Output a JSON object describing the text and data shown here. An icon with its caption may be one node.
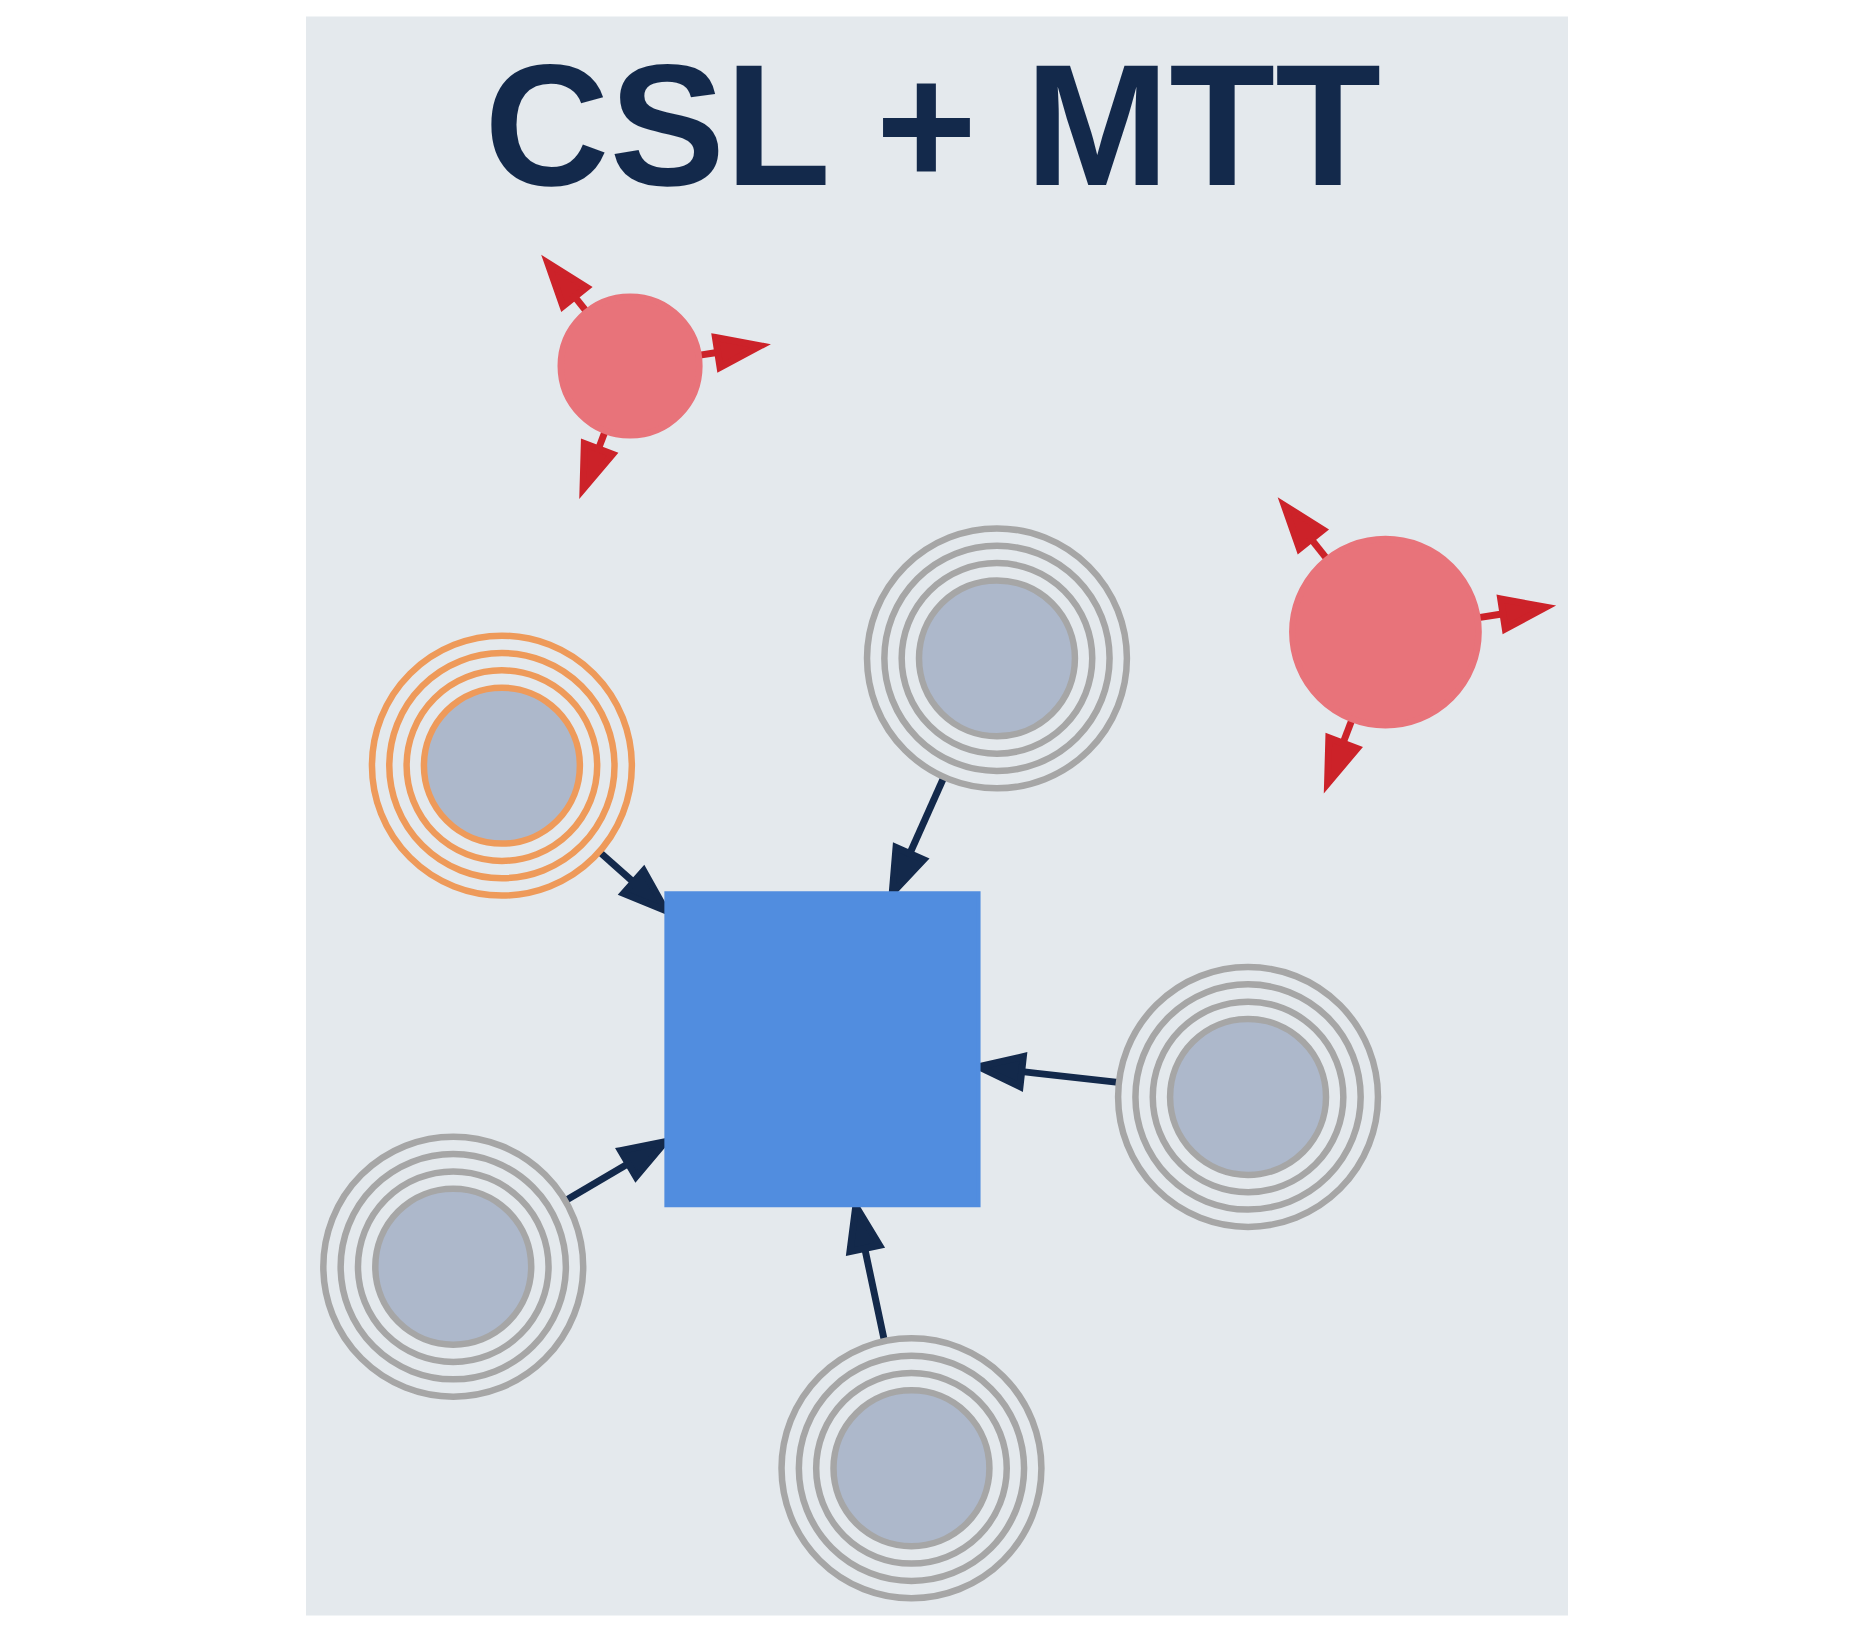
{
  "diagram": {
    "title": "CSL + MTT",
    "nodes": [
      {
        "text": [],
        "shape": "circle"
      },
      {
        "text": [],
        "shape": "circle"
      },
      {
        "text": [],
        "shape": "circle"
      },
      {
        "text": [],
        "shape": "circle"
      },
      {
        "text": [],
        "shape": "box"
      },
      {
        "text": [],
        "shape": "circle"
      },
      {
        "text": [],
        "shape": "circle"
      },
      {
        "text": [],
        "shape": "circle"
      }
    ],
    "edges": [
      {
        "from": 0,
        "to": null,
        "arrow": "to",
        "color": "#cc2229"
      },
      {
        "from": 0,
        "to": null,
        "arrow": "to",
        "color": "#cc2229"
      },
      {
        "from": 0,
        "to": null,
        "arrow": "to",
        "color": "#cc2229"
      },
      {
        "from": 1,
        "to": 4,
        "arrow": "to",
        "color": "#13294b"
      },
      {
        "from": 2,
        "to": 4,
        "arrow": "to",
        "color": "#13294b"
      },
      {
        "from": 3,
        "to": 4,
        "arrow": "to",
        "color": "#13294b"
      },
      {
        "from": 5,
        "to": null,
        "arrow": "to",
        "color": "#cc2229"
      },
      {
        "from": 5,
        "to": null,
        "arrow": "to",
        "color": "#cc2229"
      },
      {
        "from": 5,
        "to": null,
        "arrow": "to",
        "color": "#cc2229"
      },
      {
        "from": 6,
        "to": 4,
        "arrow": "to",
        "color": "#13294b"
      },
      {
        "from": 7,
        "to": 4,
        "arrow": "to",
        "color": "#13294b"
      }
    ]
  }
}
